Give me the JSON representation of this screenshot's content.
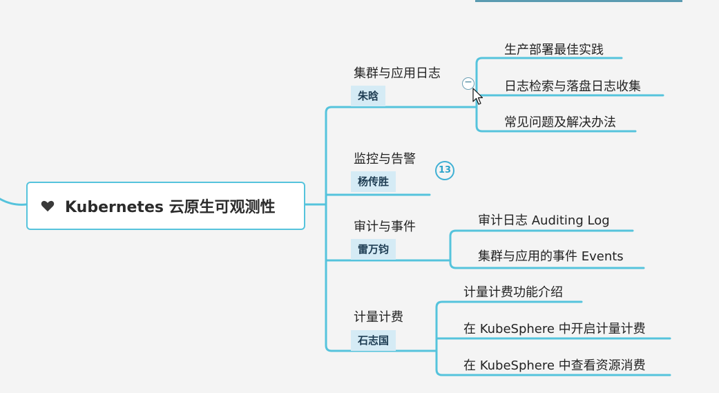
{
  "root": {
    "label": "Kubernetes 云原生可观测性",
    "icon": "heart-icon"
  },
  "branches": [
    {
      "topic": "集群与应用日志",
      "owner": "朱晗",
      "children": [
        "生产部署最佳实践",
        "日志检索与落盘日志收集",
        "常见问题及解决办法"
      ]
    },
    {
      "topic": "监控与告警",
      "owner": "杨传胜",
      "collapsed_count": "13",
      "children": []
    },
    {
      "topic": "审计与事件",
      "owner": "雷万钧",
      "children": [
        "审计日志 Auditing Log",
        "集群与应用的事件 Events"
      ]
    },
    {
      "topic": "计量计费",
      "owner": "石志国",
      "children": [
        "计量计费功能介绍",
        "在 KubeSphere 中开启计量计费",
        "在 KubeSphere 中查看资源消费"
      ]
    }
  ],
  "colors": {
    "connector": "#55c3dc",
    "owner_bg": "#d5ebf5",
    "background": "#f4f4f4"
  },
  "collapse_toggle": "−"
}
